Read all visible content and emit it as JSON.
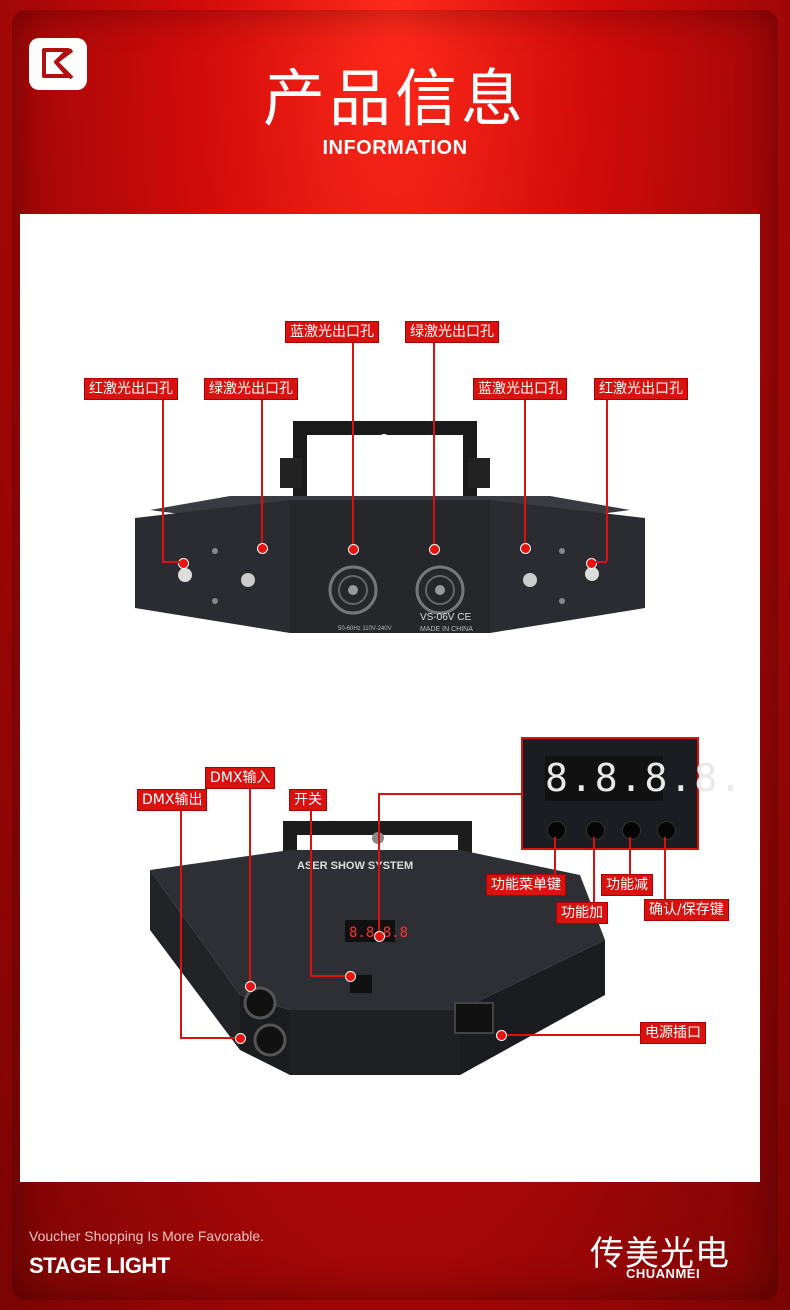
{
  "header": {
    "title_cn": "产品信息",
    "title_en": "INFORMATION"
  },
  "top_fixture": {
    "labels": {
      "blue_center": "蓝激光出口孔",
      "green_center": "绿激光出口孔",
      "red_left": "红激光出口孔",
      "green_left": "绿激光出口孔",
      "blue_right": "蓝激光出口孔",
      "red_right": "红激光出口孔"
    },
    "model": "VS-06V CE",
    "made_in": "MADE IN CHINA",
    "voltage": "50-60Hz 110V-240V"
  },
  "bottom_fixture": {
    "labels": {
      "dmx_in": "DMX输入",
      "dmx_out": "DMX输出",
      "switch": "开关",
      "menu_key": "功能菜单键",
      "func_minus": "功能减",
      "func_plus": "功能加",
      "confirm_save": "确认/保存键",
      "power_socket": "电源插口"
    },
    "display": "8.8.8.8.",
    "top_text": "ASER SHOW SYSTEM",
    "small_display": "8.8.8.8"
  },
  "footer": {
    "tagline": "Voucher Shopping Is More Favorable.",
    "stage": "STAGE LIGHT",
    "brand_cn": "传美光电",
    "brand_en": "CHUANMEI"
  },
  "colors": {
    "accent": "#d8120e",
    "bg_red": "#c10909"
  }
}
